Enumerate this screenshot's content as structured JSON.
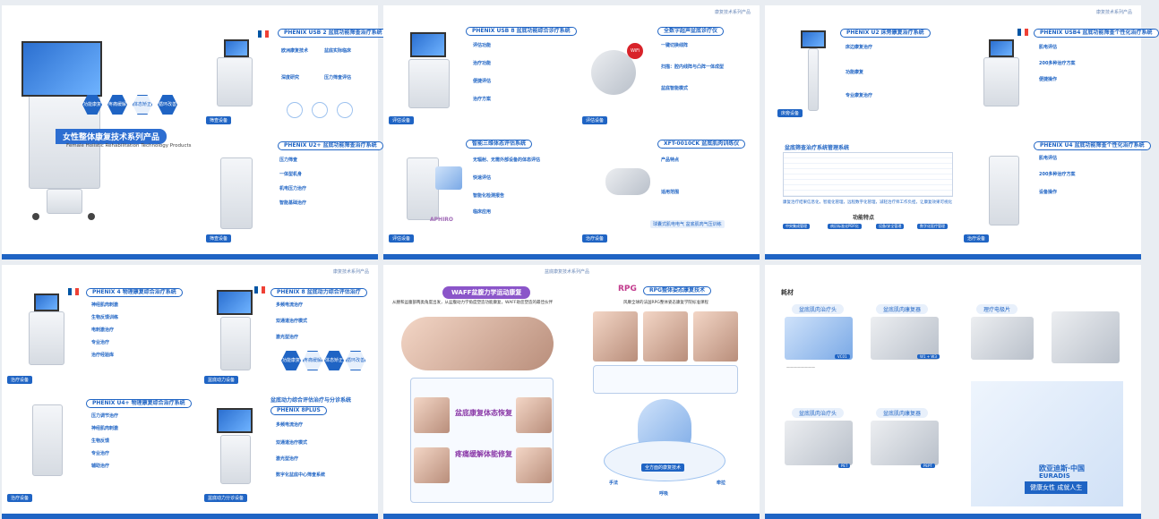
{
  "header": "康复技术系列产品",
  "header2": "盆底康复技术系列产品",
  "cover": {
    "title": "女性整体康复技术系列产品",
    "subtitle": "Female Holistic Rehabilitation Technology Products",
    "hexes": [
      "功能康复",
      "疼痛缓解",
      "体态矫正",
      "循环改善"
    ]
  },
  "panel1": {
    "t1": "PHENIX USB 2 盆底功能筛查治疗系统",
    "f1": "欧洲康复技术",
    "f2": "盆底实际临床",
    "f3": "深度研究",
    "f4": "压力筛查评估",
    "tag1": "筛查设备",
    "t2": "PHENIX U2+ 盆底功能筛查治疗系统",
    "f5": "压力筛查",
    "f6": "一体型机身",
    "f7": "机电压力治疗",
    "f8": "智能基础治疗",
    "tag2": "筛查设备"
  },
  "panel2": {
    "t1": "PHENIX USB 8 盆底功能综合诊疗系统",
    "f1": "评估功能",
    "f2": "治疗功能",
    "f3": "便捷评估",
    "f4": "治疗方案",
    "tag1": "评估设备",
    "t2": "全数字超声盆底诊疗仪",
    "g1": "一键切换线阵",
    "g2": "扫描：腔内线阵与凸阵一体成型",
    "g3": "盆底智能模式",
    "tag2": "评估设备",
    "t3": "智能三维体态评估系统",
    "h1": "无辐射、无需外部设备的体态评估",
    "h2": "快速评估",
    "h3": "智能化检测报告",
    "h4": "临床应用",
    "aphiro": "APHIRO",
    "t4": "XFT-0010CK 盆底肌肉训练仪",
    "k1": "产品特点",
    "k2": "适用范围",
    "tag3": "评估设备",
    "note": "球囊式肌电电气 盆底肌肉气压训练",
    "tag4": "治疗设备"
  },
  "panel3": {
    "t1": "PHENIX U2 床旁康复治疗系统",
    "f1": "床边康复治疗",
    "f2": "功能康复",
    "f3": "专业康复治疗",
    "tag1": "床旁设备",
    "t2": "PHENIX USB4 盆底功能筛查个性化治疗系统",
    "g1": "肌电评估",
    "g2": "200多种治疗方案",
    "g3": "便捷操作",
    "t3": "盆底筛查治疗系统管理系统",
    "sys": "康复治疗结果信息化，智能化管理，远程数字化管理，减轻治疗师工作负担，让康复效果可视化",
    "feat": "功能特点",
    "chips": [
      "中央集成管理",
      "病历标准化PDF化",
      "设备/安全管理",
      "数字化医疗管理"
    ],
    "t4": "PHENIX U4 盆底功能筛查个性化治疗系统",
    "h1": "肌电评估",
    "h2": "200多种治疗方案",
    "h3": "设备操作",
    "tag2": "治疗设备"
  },
  "panel4": {
    "t1": "PHENIX 4 物理康复综合治疗系统",
    "f1": "神经肌肉刺激",
    "f2": "生物反馈训练",
    "f3": "电刺激治疗",
    "f4": "专业治疗",
    "f5": "治疗经验库",
    "tag1": "治疗设备",
    "t2": "PHENIX 8 盆底动力综合评估治疗",
    "g1": "多频电流治疗",
    "g2": "双通道治疗模式",
    "g3": "激光型治疗",
    "hexes": [
      "功能康复",
      "疼痛缓解",
      "体态矫正",
      "循环改善"
    ],
    "tag2": "盆底动力设备",
    "t3": "PHENIX U4+ 物理康复综合治疗系统",
    "h1": "压力调节治疗",
    "h2": "神经肌肉刺激",
    "h3": "生物反馈",
    "h4": "专业治疗",
    "h5": "辅助治疗",
    "tag3": "治疗设备",
    "t4": "盆底动力综合评估治疗与分诊系统",
    "t5": "PHENIX 8PLUS",
    "k1": "多频电流治疗",
    "k2": "双通道治疗模式",
    "k3": "激光型治疗",
    "k4": "数字化盆底中心筛查系统",
    "tag4": "盆底动力分诊设备"
  },
  "panel5": {
    "t1": "WAFF盆腹力学运动康复",
    "desc": "从腰和盆腹部两类角度出发，从盆腹动力学角度塑造功能康复，WAFF助您塑造的最佳伙伴",
    "labels": [
      "盆底康复",
      "体态恢复",
      "疼痛缓解",
      "体能修复"
    ],
    "rpg": "RPG",
    "t2": "RPG整体姿态康复技术",
    "sub": "风靡全球的法国RPG整体姿态康复学院标准课程",
    "ring": "全方面的康复技术",
    "nodes": [
      "手法",
      "呼吸",
      "牵拉"
    ]
  },
  "panel6": {
    "title": "耗材",
    "c1": "盆底肌肉治疗头",
    "c2": "盆底肌肉康复器",
    "c3": "理疗电极片",
    "c4": "盆底肌肉治疗头",
    "c5": "盆底肌肉康复器",
    "code1": "VC01",
    "code2": "W1 + W3",
    "code3": "PET",
    "code4": "PEPT",
    "brand1": "欧亚迪斯·中国",
    "brand2": "EURADIS",
    "slogan": "健康女性 成就人生"
  }
}
